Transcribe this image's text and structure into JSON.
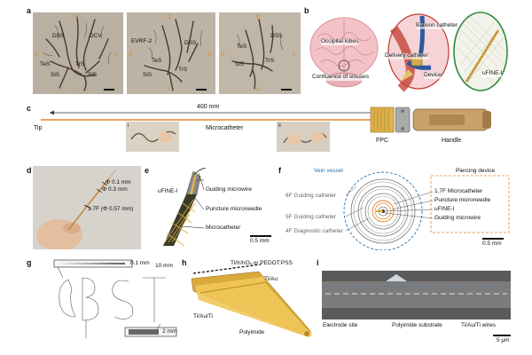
{
  "panel_letters": [
    "a",
    "b",
    "c",
    "d",
    "e",
    "f",
    "g",
    "h",
    "i"
  ],
  "panel_a": {
    "images": [
      {
        "labels": [
          "DSS",
          "DCV",
          "TeS",
          "TrS",
          "SiS",
          "SiS"
        ],
        "orient": [
          "S",
          "R",
          "L",
          "I"
        ]
      },
      {
        "labels": [
          "EVRF-2",
          "DSS",
          "TeS",
          "SiS",
          "TrS"
        ],
        "orient": [
          "S",
          "A",
          "P",
          "I"
        ]
      },
      {
        "labels": [
          "TeS",
          "DSS",
          "SiS",
          "TrS"
        ],
        "orient": [
          "P",
          "R",
          "L",
          "A"
        ]
      }
    ]
  },
  "panel_b": {
    "labels": [
      "Occipital lobes",
      "Confluence of sinuses",
      "Balloon catheter",
      "Delivery catheter",
      "Device",
      "uFINE-I"
    ]
  },
  "panel_c": {
    "length_label": "400 mm",
    "tip_label": "Tip",
    "microcatheter_label": "Microcatheter",
    "fpc_label": "FPC",
    "handle_label": "Handle",
    "inset_labels": [
      "i",
      "ii"
    ]
  },
  "panel_d": {
    "labels": [
      "Φ 0.1 mm",
      "Φ 0.3 mm",
      "1.7F (Φ 0.57 mm)"
    ]
  },
  "panel_e": {
    "labels": [
      "uFINE-I",
      "Guiding microwire",
      "Puncture microneedle",
      "Microcatheter"
    ],
    "scale": "0.5 mm"
  },
  "panel_f": {
    "vein_label": "Vein vessel",
    "left_labels": [
      "6F Guiding catheter",
      "5F Guiding catheter",
      "4F Diagnostic catheter"
    ],
    "device_title": "Piercing device",
    "device_labels": [
      "1.7F Microcatheter",
      "Puncture microneedle",
      "uFINE-I",
      "Guiding microwire"
    ],
    "scale": "0.5 mm"
  },
  "panel_g": {
    "top_label": "0.1 mm",
    "scale": "10 mm",
    "bottom_label": "2 mm"
  },
  "panel_h": {
    "labels": [
      "Ti/Ir/IrOₓ or PEDOT:PSS",
      "Ti/Au",
      "Ti/Au/Ti",
      "Polyimide"
    ]
  },
  "panel_i": {
    "labels": [
      "Electrode site",
      "Polyimide substrate",
      "Ti/Au/Ti wires"
    ],
    "scale": "5 μm"
  },
  "colors": {
    "accent_orange": "#e0872a",
    "vein_blue": "#2a6fb0",
    "device_gold": "#d9a93a",
    "venogram_bg": "#b8ae9f"
  }
}
